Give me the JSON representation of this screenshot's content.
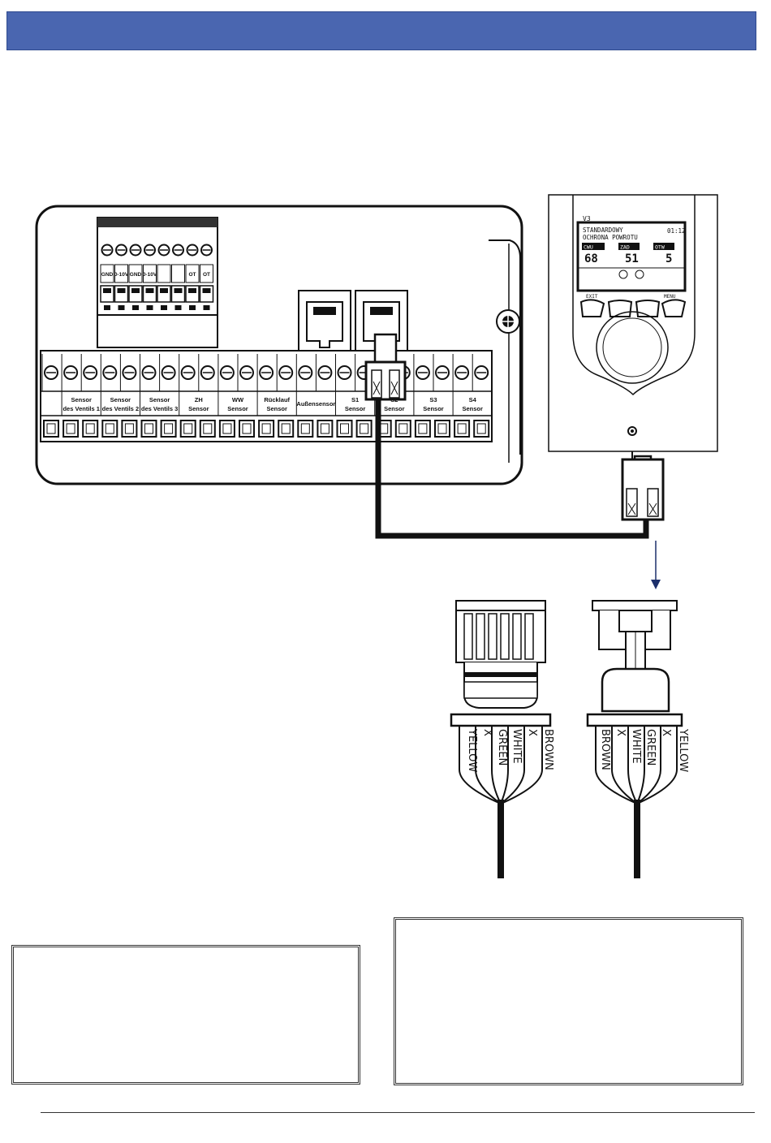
{
  "terminal_block": {
    "top_labels": [
      "GND",
      "0-10V",
      "GND",
      "0-10V",
      "",
      "",
      "OT",
      "OT"
    ],
    "sensor_labels": [
      {
        "line1": "Sensor",
        "line2": "des Ventils 1"
      },
      {
        "line1": "Sensor",
        "line2": "des Ventils 2"
      },
      {
        "line1": "Sensor",
        "line2": "des Ventils 3"
      },
      {
        "line1": "ZH",
        "line2": "Sensor"
      },
      {
        "line1": "WW",
        "line2": "Sensor"
      },
      {
        "line1": "Rücklauf",
        "line2": "Sensor"
      },
      {
        "line1": "Außensensor",
        "line2": ""
      },
      {
        "line1": "S1",
        "line2": "Sensor"
      },
      {
        "line1": "S2",
        "line2": "Sensor"
      },
      {
        "line1": "S3",
        "line2": "Sensor"
      },
      {
        "line1": "S4",
        "line2": "Sensor"
      }
    ]
  },
  "controller": {
    "corner_label": "V3",
    "screen_line1": "STANDARDOWY",
    "screen_line2": "OCHRONA POWROTU",
    "screen_time": "01:12",
    "value1_tag": "CWU",
    "value1": "68",
    "value2_tag": "ZAD",
    "value2": "51",
    "value3_tag": "OTW",
    "value3": "5",
    "btn_exit": "EXIT",
    "btn_menu": "MENU"
  },
  "plug_left": {
    "wires": [
      "YELLOW",
      "X",
      "GREEN",
      "WHITE",
      "X",
      "BROWN"
    ]
  },
  "plug_right": {
    "wires": [
      "BROWN",
      "X",
      "WHITE",
      "GREEN",
      "X",
      "YELLOW"
    ]
  },
  "colors": {
    "header": "#4a66b0",
    "line": "#111111"
  }
}
